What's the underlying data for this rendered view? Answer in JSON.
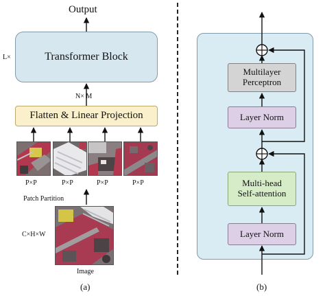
{
  "panel_a": {
    "output_label": "Output",
    "repeat_label": "L×",
    "transformer_block": "Transformer Block",
    "dims_label": "N× M",
    "flatten_label": "Flatten & Linear Projection",
    "patch_labels": [
      "P×P",
      "P×P",
      "P×P",
      "P×P"
    ],
    "partition_label": "Patch Partition",
    "input_dims_label": "C×H×W",
    "image_label": "Image",
    "caption": "(a)"
  },
  "panel_b": {
    "mlp_line1": "Multilayer",
    "mlp_line2": "Perceptron",
    "layer_norm_top": "Layer Norm",
    "mhsa_line1": "Multi-head",
    "mhsa_line2": "Self-attention",
    "layer_norm_bottom": "Layer Norm",
    "caption": "(b)"
  }
}
